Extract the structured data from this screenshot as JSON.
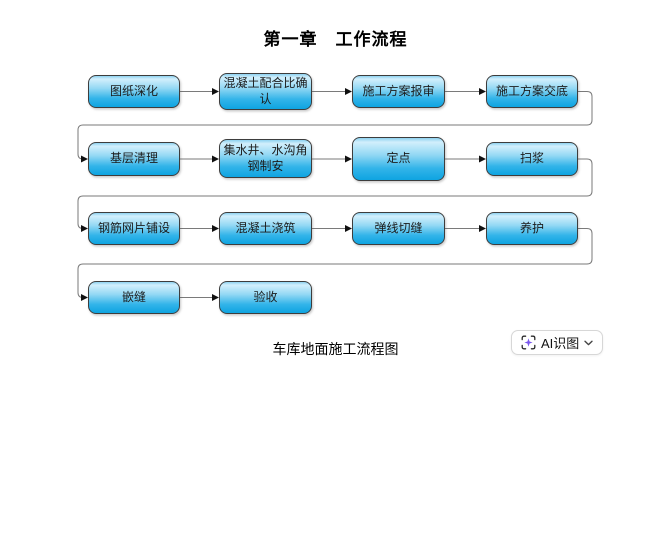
{
  "page": {
    "title": "第一章　工作流程",
    "caption": "车库地面施工流程图",
    "background_color": "#ffffff"
  },
  "flowchart": {
    "rows": [
      {
        "labels": [
          "图纸深化",
          "混凝土配合比确认",
          "施工方案报审",
          "施工方案交底"
        ]
      },
      {
        "labels": [
          "基层清理",
          "集水井、水沟角钢制安",
          "定点",
          "扫浆"
        ]
      },
      {
        "labels": [
          "钢筋网片铺设",
          "混凝土浇筑",
          "弹线切缝",
          "养护"
        ]
      },
      {
        "labels": [
          "嵌缝",
          "验收"
        ]
      }
    ],
    "box_style": {
      "gradient_top": "#d2effc",
      "gradient_bottom": "#0ea4e1",
      "border_color": "#3d3d3d",
      "text_color": "#1c1c1c"
    },
    "connector_color": "#7a7a7a",
    "arrowhead_color": "#111111"
  },
  "ai_button": {
    "label": "AI识图",
    "icons": [
      "scan-sparkle-icon",
      "chevron-down-icon"
    ],
    "icon_color": "#7a58ee"
  }
}
